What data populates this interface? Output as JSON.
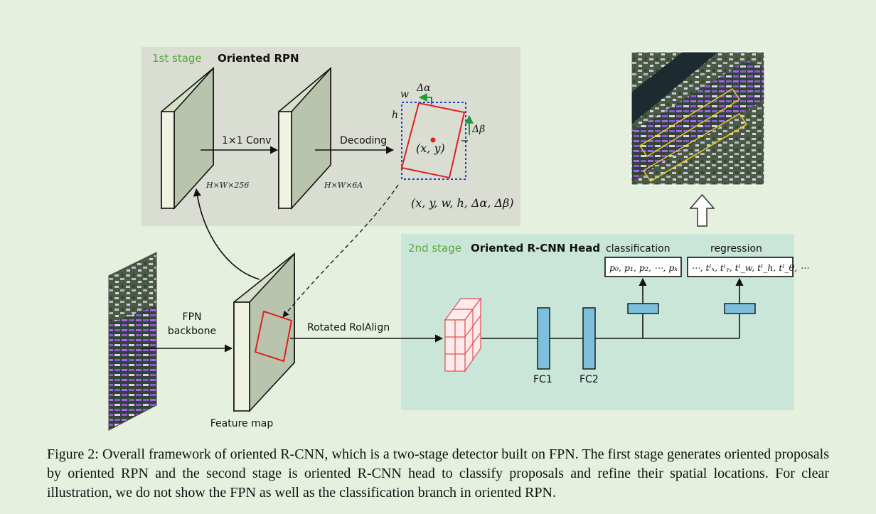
{
  "stage1": {
    "tag": "1st stage",
    "title": "Oriented RPN",
    "tag_color": "#5aa83e"
  },
  "stage2": {
    "tag": "2nd stage",
    "title": "Oriented R-CNN Head",
    "tag_color": "#5aa83e"
  },
  "ops": {
    "conv": "1×1 Conv",
    "decoding": "Decoding",
    "fpn_line1": "FPN",
    "fpn_line2": "backbone",
    "roialign": "Rotated RoIAlign"
  },
  "feature_dims": {
    "fm1": "H×W×256",
    "fm2": "H×W×6A"
  },
  "box": {
    "w": "w",
    "h": "h",
    "delta_alpha": "Δα",
    "delta_beta": "Δβ",
    "center": "(x, y)",
    "params": "(x, y, w, h, Δα, Δβ)"
  },
  "feature_map_label": "Feature map",
  "head": {
    "fc1": "FC1",
    "fc2": "FC2",
    "classification": "classification",
    "regression": "regression",
    "cls_output": "p₀, p₁, p₂, ⋯, pₖ",
    "reg_output": "⋯, tˡₓ, tˡᵧ, tˡ_w, tˡ_h, tˡ_θ, ⋯"
  },
  "caption": "Figure 2: Overall framework of oriented R-CNN, which is a two-stage detector built on FPN. The first stage generates oriented proposals by oriented RPN and the second stage is oriented R-CNN head to classify proposals and refine their spatial locations. For clear illustration, we do not show the FPN as well as the classification branch in oriented RPN.",
  "colors": {
    "background": "#e6f0df",
    "stage1_panel": "#d9ddd2",
    "stage2_panel": "#c9e6d8",
    "fc_fill": "#7ec0dc",
    "proposal_red": "#e02020",
    "anchor_blue": "#1f3fd0",
    "arrow_green": "#1aa033"
  }
}
